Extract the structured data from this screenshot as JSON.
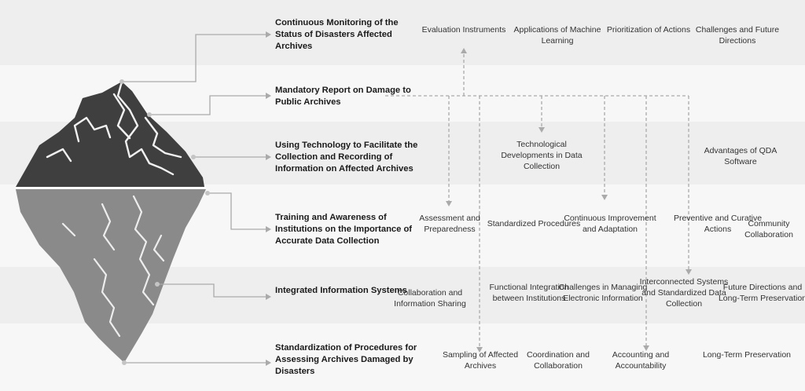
{
  "rows": [
    {
      "title": "Continuous Monitoring of the Status of Disasters Affected Archives",
      "items": [
        "Evaluation Instruments",
        "Applications of Machine Learning",
        "Prioritization of Actions",
        "Challenges and Future Directions"
      ]
    },
    {
      "title": "Mandatory Report on Damage to Public Archives",
      "items": []
    },
    {
      "title": "Using Technology to Facilitate the Collection and Recording of Information on Affected Archives",
      "items": [
        "Technological Developments in Data Collection",
        "Advantages of QDA Software"
      ]
    },
    {
      "title": "Training and Awareness of Institutions on the Importance of Accurate Data Collection",
      "items": [
        "Assessment and Preparedness",
        "Standardized Procedures",
        "Continuous Improvement and Adaptation",
        "Preventive and Curative Actions",
        "Community Collaboration"
      ]
    },
    {
      "title": "Integrated Information Systems",
      "items": [
        "Collaboration and Information Sharing",
        "Functional Integration between Institutions",
        "Challenges in Managing Electronic Information",
        "Interconnected Systems and Standardized Data Collection",
        "Future Directions and Long-Term Preservation"
      ]
    },
    {
      "title": "Standardization of Procedures for Assessing Archives Damaged by Disasters",
      "items": [
        "Sampling of Affected Archives",
        "Coordination and Collaboration",
        "Accounting and Accountability",
        "Long-Term Preservation"
      ]
    }
  ],
  "colors": {
    "iceberg_top": "#3f3f3f",
    "iceberg_bottom": "#8a8a8a",
    "connector": "#aaaaaa",
    "band": "#eeeeee"
  }
}
